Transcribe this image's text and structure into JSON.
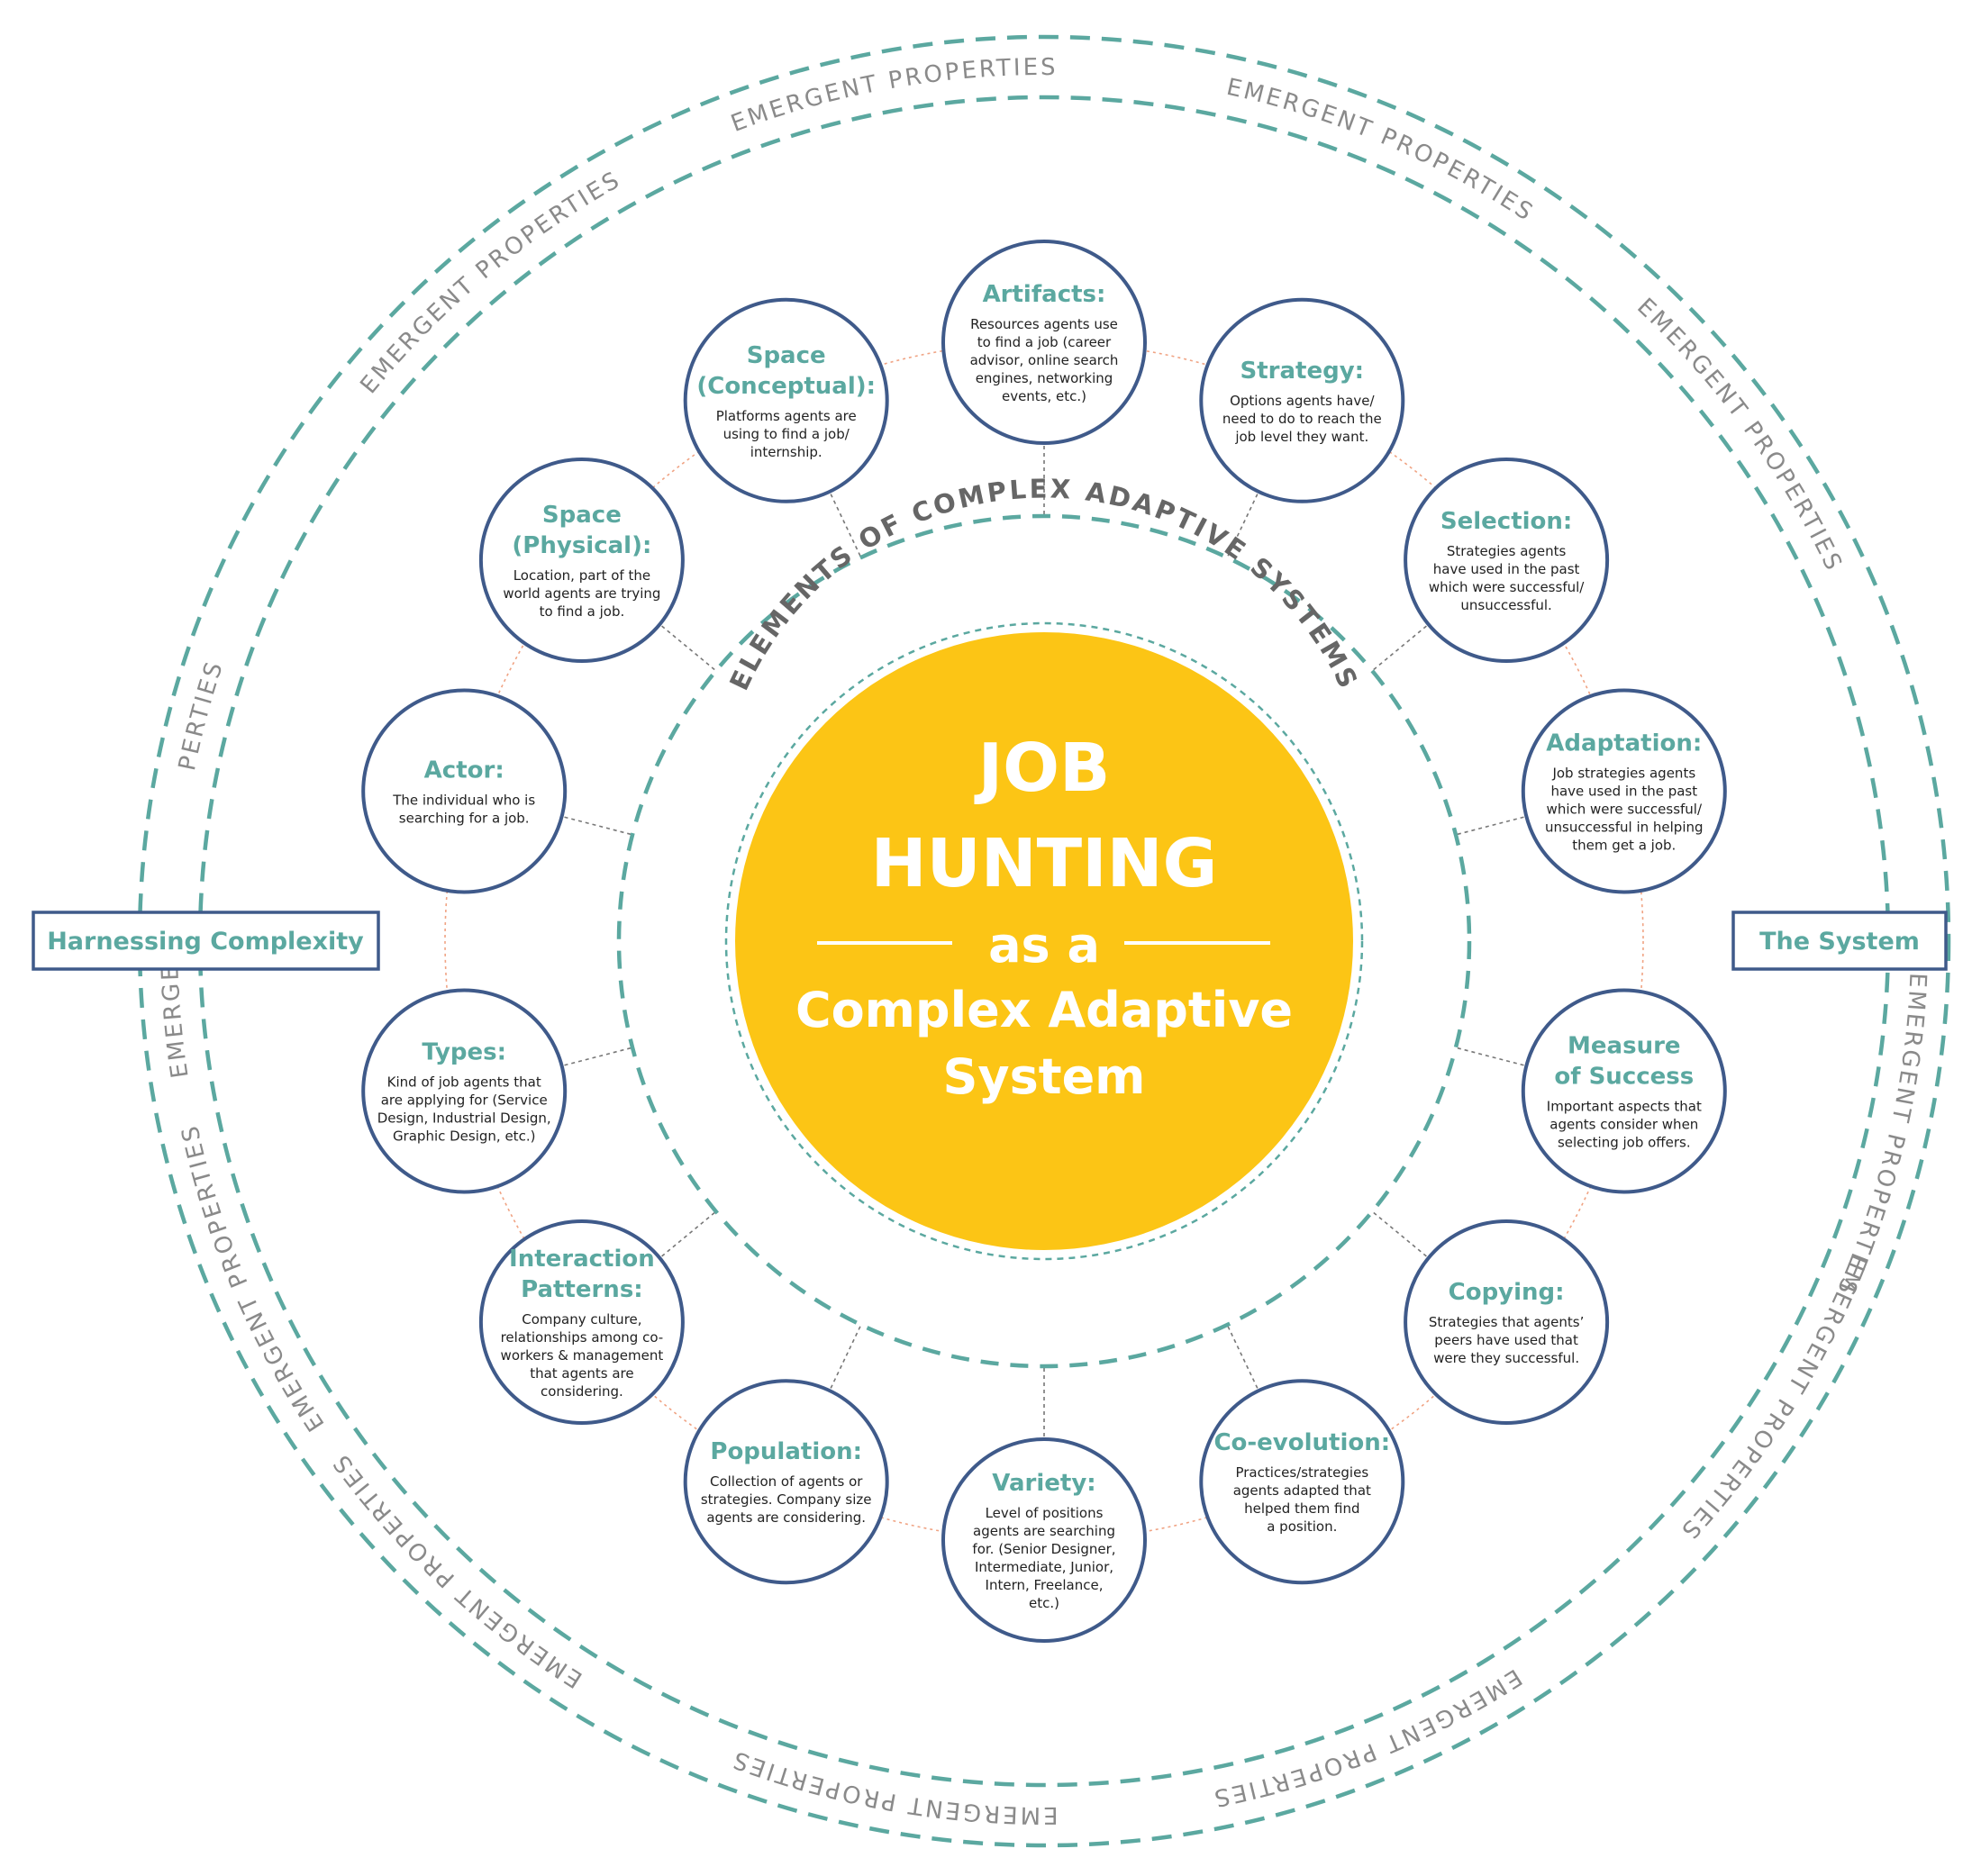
{
  "center": {
    "line1": "JOB",
    "line2": "HUNTING",
    "line3": "as a",
    "line4": "Complex Adaptive",
    "line5": "System"
  },
  "inner_ring_label": "ELEMENTS OF COMPLEX ADAPTIVE SYSTEMS",
  "outer_ring_label": "EMERGENT PROPERTIES",
  "outer_ring_partial": [
    "PERTIES",
    "EMERGENT"
  ],
  "left_box": "Harnessing Complexity",
  "right_box": "The System",
  "elements": [
    {
      "id": "artifacts",
      "title": [
        "Artifacts:"
      ],
      "desc": [
        "Resources agents use",
        "to find a job (career",
        "advisor, online search",
        "engines, networking",
        "events, etc.)"
      ]
    },
    {
      "id": "strategy",
      "title": [
        "Strategy:"
      ],
      "desc": [
        "Options agents have/",
        "need to do to reach the",
        "job level they want."
      ]
    },
    {
      "id": "selection",
      "title": [
        "Selection:"
      ],
      "desc": [
        "Strategies agents",
        "have used in the past",
        "which were successful/",
        "unsuccessful."
      ]
    },
    {
      "id": "adaptation",
      "title": [
        "Adaptation:"
      ],
      "desc": [
        "Job strategies agents",
        "have used in the past",
        "which were successful/",
        "unsuccessful in helping",
        "them get a job."
      ]
    },
    {
      "id": "measure-of-success",
      "title": [
        "Measure",
        "of Success"
      ],
      "desc": [
        "Important aspects that",
        "agents consider when",
        "selecting job offers."
      ]
    },
    {
      "id": "copying",
      "title": [
        "Copying:"
      ],
      "desc": [
        "Strategies that agents’",
        "peers have used that",
        "were they successful."
      ]
    },
    {
      "id": "co-evolution",
      "title": [
        "Co-evolution:"
      ],
      "desc": [
        "Practices/strategies",
        "agents adapted that",
        "helped them find",
        "a position."
      ]
    },
    {
      "id": "variety",
      "title": [
        "Variety:"
      ],
      "desc": [
        "Level of positions",
        "agents are searching",
        "for. (Senior Designer,",
        "Intermediate, Junior,",
        "Intern, Freelance,",
        "etc.)"
      ]
    },
    {
      "id": "population",
      "title": [
        "Population:"
      ],
      "desc": [
        "Collection of agents or",
        "strategies. Company size",
        "agents are considering."
      ]
    },
    {
      "id": "interaction-patterns",
      "title": [
        "Interaction",
        "Patterns:"
      ],
      "desc": [
        "Company culture,",
        "relationships among co-",
        "workers & management",
        "that agents are",
        "considering."
      ]
    },
    {
      "id": "types",
      "title": [
        "Types:"
      ],
      "desc": [
        "Kind of job agents that",
        "are applying for (Service",
        "Design, Industrial Design,",
        "Graphic Design, etc.)"
      ]
    },
    {
      "id": "actor",
      "title": [
        "Actor:"
      ],
      "desc": [
        "The individual who is",
        "searching for a job."
      ]
    },
    {
      "id": "space-physical",
      "title": [
        "Space",
        "(Physical):"
      ],
      "desc": [
        "Location, part of the",
        "world agents are trying",
        "to find a job."
      ]
    },
    {
      "id": "space-conceptual",
      "title": [
        "Space",
        "(Conceptual):"
      ],
      "desc": [
        "Platforms agents are",
        "using to find a job/",
        "internship."
      ]
    }
  ],
  "colors": {
    "center_fill": "#FCC515",
    "center_text": "#FFFFFF",
    "teal": "#5BA8A0",
    "navy": "#3F5A8A",
    "gray_text": "#8A8A8A",
    "body_text": "#222222",
    "connector": "#777777",
    "orange_ring": "#F0A383"
  }
}
